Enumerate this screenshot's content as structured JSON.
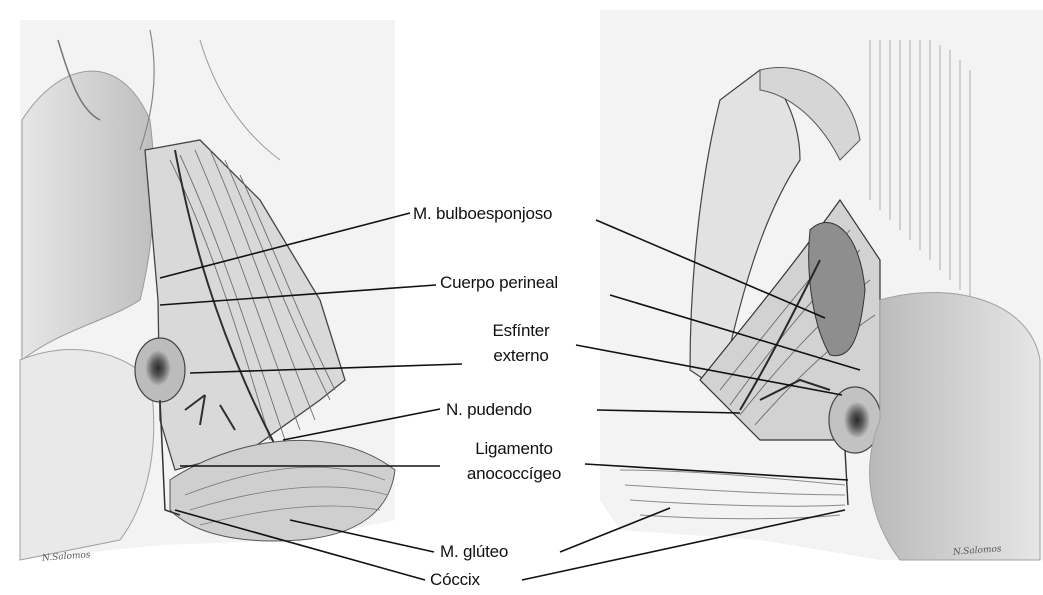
{
  "labels": {
    "bulbo": "M. bulboesponjoso",
    "cuerpo": "Cuerpo perineal",
    "esfinter_l1": "Esfínter",
    "esfinter_l2": "externo",
    "pudendo": "N. pudendo",
    "ligamento_l1": "Ligamento",
    "ligamento_l2": "anococcígeo",
    "gluteo": "M. glúteo",
    "coccix": "Cóccix"
  },
  "signatures": {
    "left": "N.Salomos",
    "right": "N.Salomos"
  },
  "colors": {
    "line": "#111111",
    "sketch_dark": "#3a3a3a",
    "sketch_mid": "#8a8a8a",
    "sketch_light": "#c8c8c8",
    "paper": "#f4f4f4"
  }
}
